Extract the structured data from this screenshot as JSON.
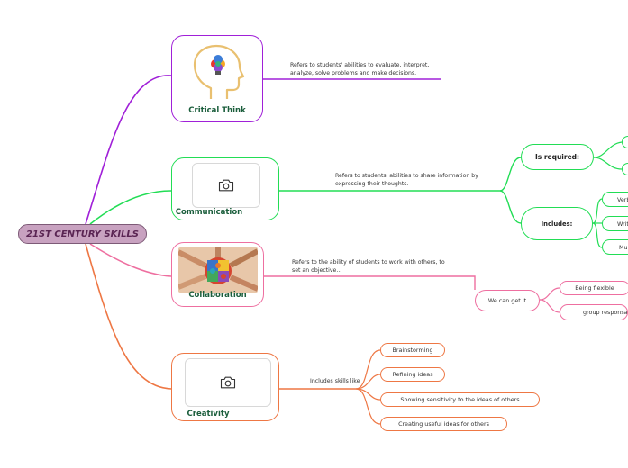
{
  "root": {
    "label": "21ST CENTURY SKILLS"
  },
  "branches": {
    "critical": {
      "title": "Critical Think",
      "description": "Refers to students' abilities to evaluate, interpret, analyze, solve problems and make decisions.",
      "color": "#a020d8"
    },
    "communication": {
      "title": "Communication",
      "description": "Refers to students' abilities to share information by expressing their thoughts.",
      "color": "#22dd55",
      "children": [
        {
          "label": "Is required:"
        },
        {
          "label": "Includes:",
          "children": [
            "Verb",
            "Writ",
            "Mul"
          ]
        }
      ]
    },
    "collaboration": {
      "title": "Collaboration",
      "description": "Refers to the ability of students to work with others, to set an objective...",
      "color": "#ee6fa0",
      "children": [
        {
          "label": "We can get it",
          "children": [
            "Being flexible",
            "group responsabil"
          ]
        }
      ]
    },
    "creativity": {
      "title": "Creativity",
      "description": "Includes skills like",
      "color": "#ee7744",
      "children": [
        "Brainstorming",
        "Refining ideas",
        "Showing sensitivity to the ideas of others",
        "Creating useful ideas for others"
      ]
    }
  },
  "icons": {
    "critical": "head-lightbulb-icon",
    "communication": "camera-icon",
    "collaboration": "puzzle-hands-photo",
    "creativity": "camera-icon"
  }
}
